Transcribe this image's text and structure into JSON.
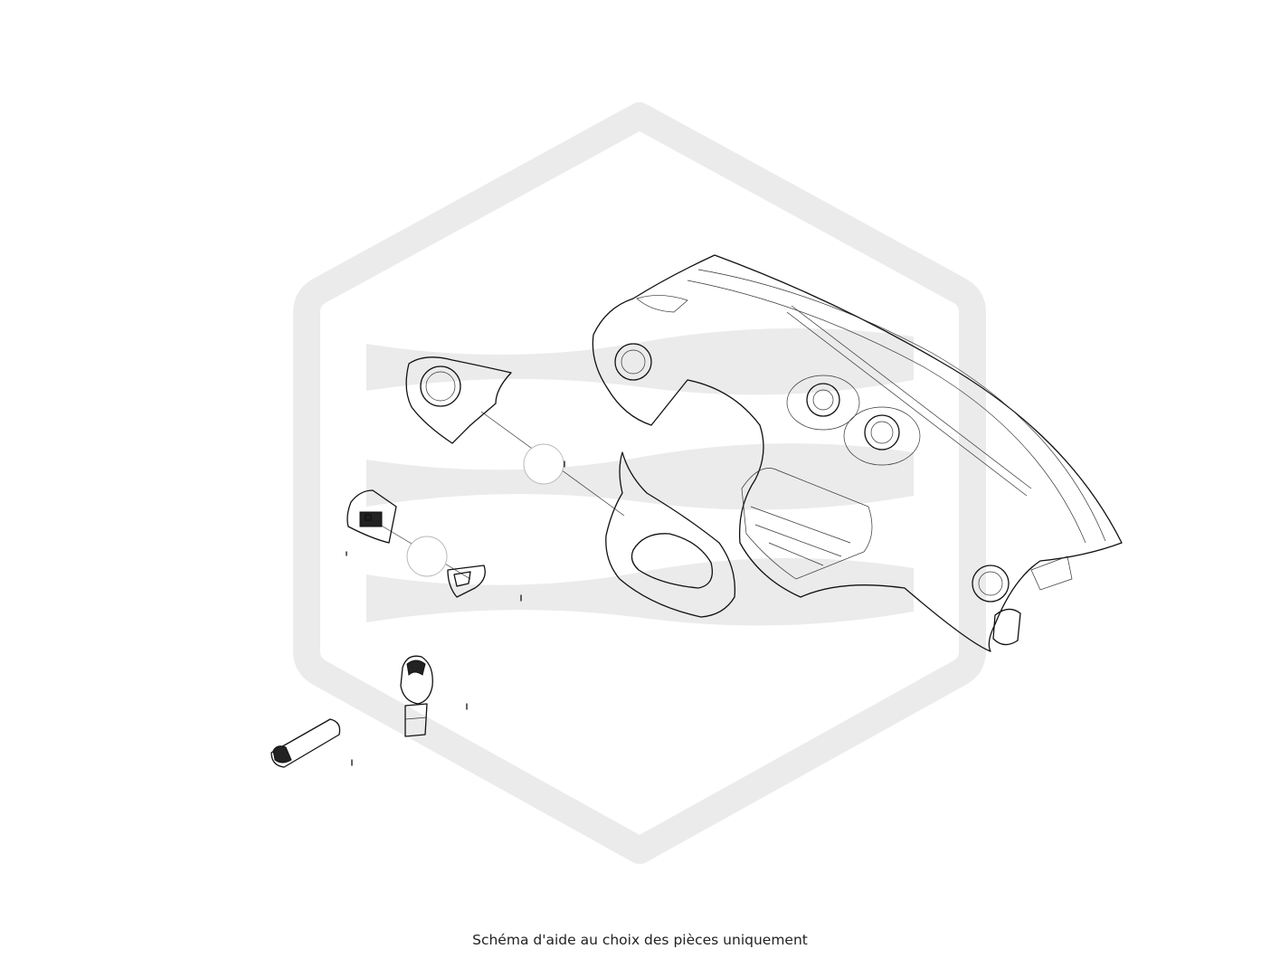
{
  "caption": "Schéma d'aide au choix des pièces uniquement",
  "colors": {
    "background": "#ffffff",
    "watermark": "#ebebeb",
    "line": "#111111",
    "leader_circle_fill": "#ffffff"
  },
  "icons": {
    "watermark": "hexagon-wave-logo"
  },
  "parts": [
    "dashboard-panel",
    "instrument-cluster-cover",
    "center-console-trim",
    "switch-panel",
    "switch-bezel",
    "gear-shift-knob",
    "handbrake-grip"
  ]
}
